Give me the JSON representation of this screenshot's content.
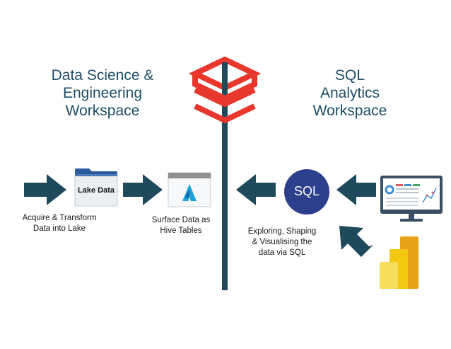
{
  "left_workspace": {
    "lines": [
      "Data Science &",
      "Engineering",
      "Workspace"
    ]
  },
  "right_workspace": {
    "lines": [
      "SQL",
      "Analytics",
      "Workspace"
    ]
  },
  "lake_folder": {
    "label": "Lake Data"
  },
  "sql_badge": {
    "label": "SQL"
  },
  "captions": {
    "acquire": [
      "Acquire & Transform",
      "Data into Lake"
    ],
    "surface": [
      "Surface Data as",
      "Hive Tables"
    ],
    "explore": [
      "Exploring, Shaping",
      "& Visualising the",
      "data via SQL"
    ]
  },
  "colors": {
    "arrow": "#1f4a5c",
    "heading": "#1f4e66",
    "brand_red": "#e8372c",
    "sql_circle": "#2b3f8c",
    "folder_tab": "#2a5a9a",
    "powerbi_gold": "#f2c811"
  }
}
